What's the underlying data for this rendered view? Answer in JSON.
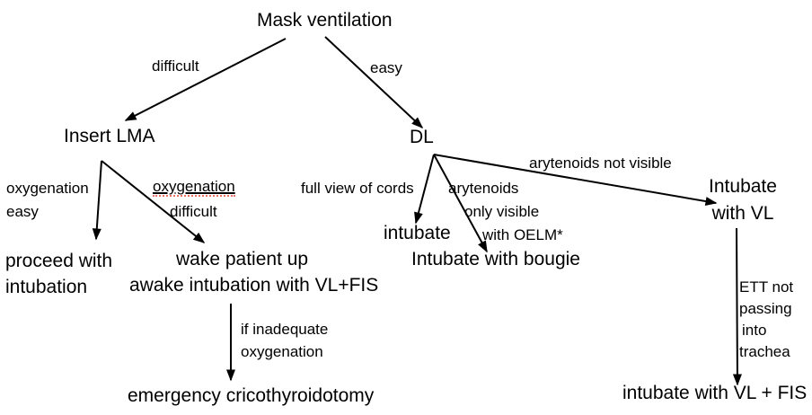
{
  "colors": {
    "text": "#000000",
    "line": "#000000",
    "background": "#ffffff",
    "misspell_squiggle": "#e8736b"
  },
  "nodes": {
    "mask_ventilation": {
      "label": "Mask ventilation"
    },
    "insert_lma": {
      "label": "Insert LMA"
    },
    "dl": {
      "label": "DL"
    },
    "proceed_with_intubation": {
      "lines": [
        "proceed with",
        "intubation"
      ]
    },
    "wake_patient_up": {
      "lines": [
        "wake patient up",
        "awake intubation with VL+FIS"
      ]
    },
    "emergency_cricothyroidotomy": {
      "label": "emergency cricothyroidotomy"
    },
    "intubate": {
      "label": "intubate"
    },
    "intubate_with_bougie": {
      "label": "Intubate with bougie"
    },
    "intubate_with_vl": {
      "lines": [
        "Intubate",
        "with VL"
      ]
    },
    "intubate_with_vl_fis": {
      "label": "intubate with VL + FIS"
    }
  },
  "edges": {
    "difficult": {
      "label": "difficult"
    },
    "easy": {
      "label": "easy"
    },
    "oxygenation_easy": {
      "lines": [
        "oxygenation",
        "easy"
      ]
    },
    "oxygenation_difficult": {
      "lines": [
        "oxygenation",
        "difficult"
      ]
    },
    "full_view_of_cords": {
      "label": "full view of cords"
    },
    "arytenoids_only_visible": {
      "lines": [
        "arytenoids",
        "only visible",
        "with OELM*"
      ]
    },
    "arytenoids_not_visible": {
      "label": "arytenoids not visible"
    },
    "if_inadequate_oxygenation": {
      "lines": [
        "if inadequate",
        "oxygenation"
      ]
    },
    "ett_not_passing": {
      "lines": [
        "ETT not",
        "passing",
        "into",
        "trachea"
      ]
    }
  }
}
